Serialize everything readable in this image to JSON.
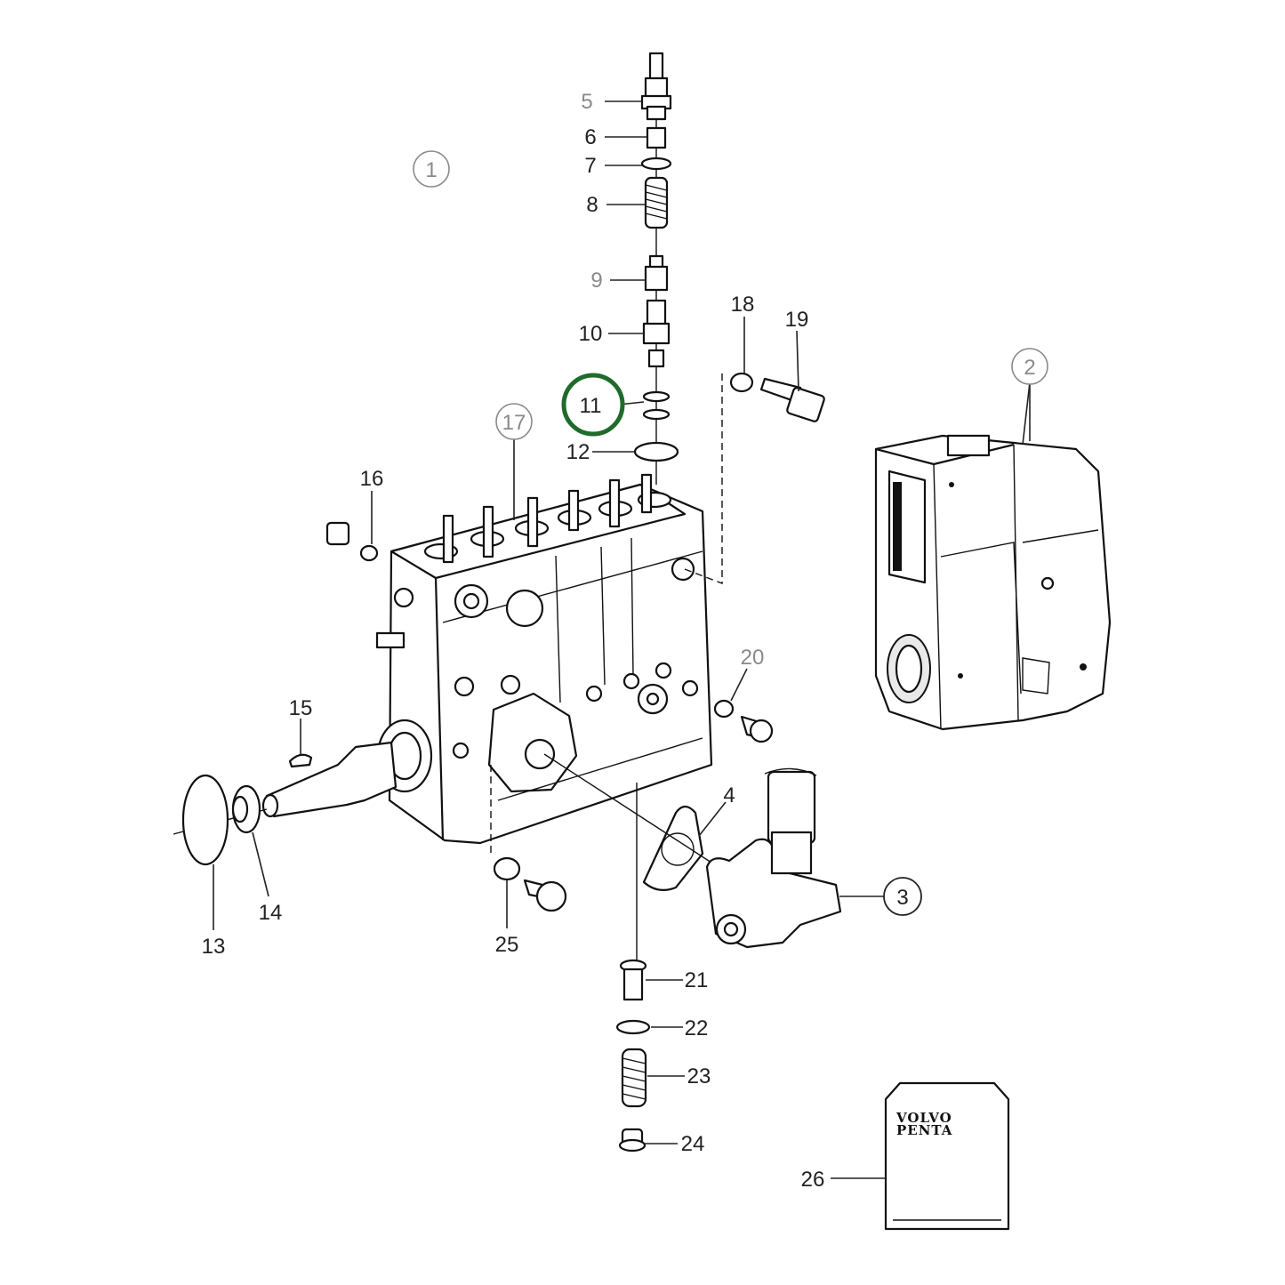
{
  "highlight_color": "#1f6b2a",
  "callouts": {
    "c1": "1",
    "c2": "2",
    "c3": "3",
    "c17": "17"
  },
  "highlighted_callout": "11",
  "labels": {
    "l4": "4",
    "l5": "5",
    "l6": "6",
    "l7": "7",
    "l8": "8",
    "l9": "9",
    "l10": "10",
    "l12": "12",
    "l13": "13",
    "l14": "14",
    "l15": "15",
    "l16": "16",
    "l18": "18",
    "l19": "19",
    "l20": "20",
    "l21": "21",
    "l22": "22",
    "l23": "23",
    "l24": "24",
    "l25": "25",
    "l26": "26"
  },
  "manual_logo": {
    "line1": "VOLVO",
    "line2": "PENTA"
  }
}
